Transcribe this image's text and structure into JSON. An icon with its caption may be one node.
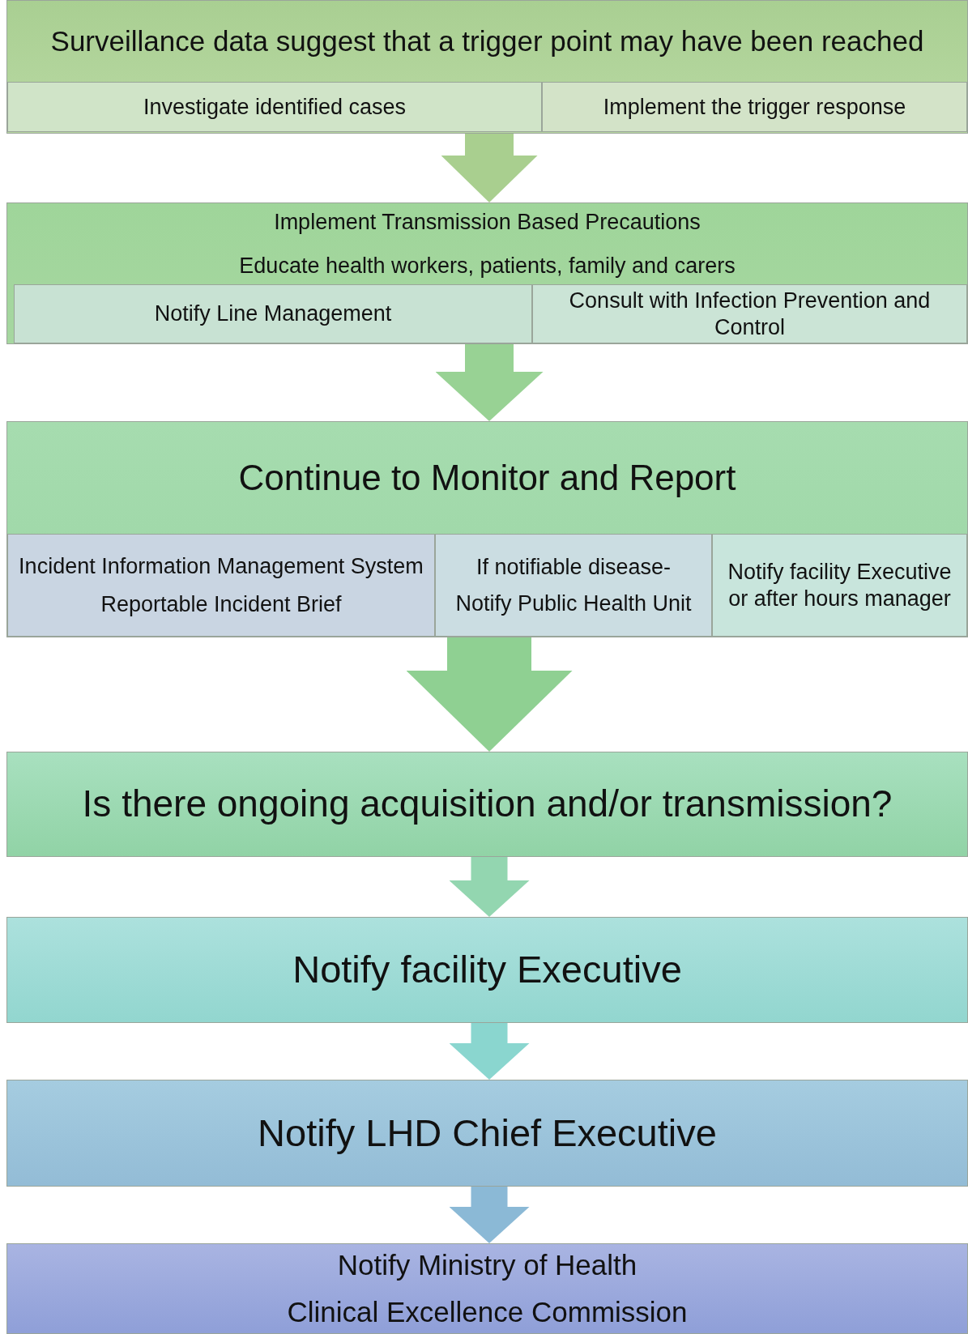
{
  "diagram": {
    "nodes": [
      {
        "text": [
          "Surveillance data suggest that a trigger point may have been reached"
        ]
      },
      {
        "text": [
          "Investigate identified cases"
        ],
        "in": 0
      },
      {
        "text": [
          "Implement the trigger response"
        ],
        "in": 0
      },
      {
        "text": [
          "Implement Transmission Based Precautions",
          "Educate health workers, patients, family and carers"
        ]
      },
      {
        "text": [
          "Notify Line Management"
        ],
        "in": 3
      },
      {
        "text": [
          "Consult with Infection Prevention and Control"
        ],
        "in": 3
      },
      {
        "text": [
          "Continue to Monitor and Report"
        ]
      },
      {
        "text": [
          "Incident Information Management System",
          "Reportable Incident Brief"
        ],
        "in": 6
      },
      {
        "text": [
          "If notifiable disease-",
          "Notify Public Health Unit"
        ],
        "in": 6
      },
      {
        "text": [
          "Notify facility Executive or after hours manager"
        ],
        "in": 6
      },
      {
        "text": [
          "Is there ongoing acquisition and/or transmission?"
        ]
      },
      {
        "text": [
          "Notify facility Executive"
        ]
      },
      {
        "text": [
          "Notify LHD Chief Executive"
        ]
      },
      {
        "text": [
          "Notify Ministry of Health",
          "Clinical Excellence Commission"
        ]
      }
    ],
    "edges": [
      {
        "from": 0,
        "to": 3,
        "arrow": "to"
      },
      {
        "from": 3,
        "to": 6,
        "arrow": "to"
      },
      {
        "from": 6,
        "to": 10,
        "arrow": "to",
        "style": "thick"
      },
      {
        "from": 10,
        "to": 11,
        "arrow": "to"
      },
      {
        "from": 11,
        "to": 12,
        "arrow": "to"
      },
      {
        "from": 12,
        "to": 13,
        "arrow": "to"
      }
    ]
  }
}
